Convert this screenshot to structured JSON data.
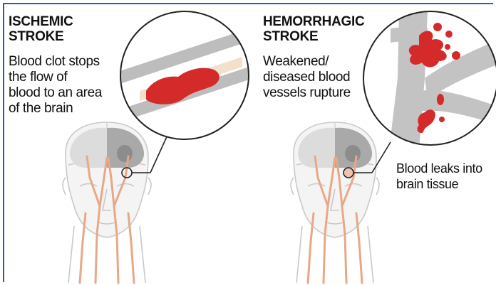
{
  "ischemic": {
    "title_line1": "ISCHEMIC",
    "title_line2": "STROKE",
    "description_lines": [
      "Blood clot stops",
      "the flow of",
      "blood to an area",
      "of the brain"
    ]
  },
  "hemorrhagic": {
    "title_line1": "HEMORRHAGIC",
    "title_line2": "STROKE",
    "description_lines": [
      "Weakened/",
      "diseased blood",
      "vessels rupture"
    ],
    "callout_lines": [
      "Blood leaks into",
      "brain tissue"
    ]
  },
  "colors": {
    "blood": "#d42a2a",
    "vessel_gray": "#bdbdbd",
    "plaque": "#ecd3b4",
    "artery": "#e8a888",
    "head_outline": "#c9c9c9",
    "frame_accent": "#2f5aa8"
  }
}
